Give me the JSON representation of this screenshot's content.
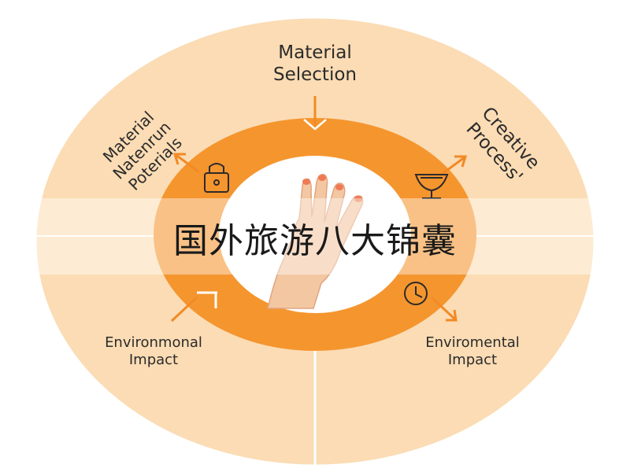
{
  "diagram": {
    "top_label": [
      "Material",
      "Selection"
    ],
    "left_top_label": [
      "Material",
      "Natenrun",
      "Poterials"
    ],
    "right_top_label": [
      "Creative",
      "Process'"
    ],
    "bottom_left_label": [
      "Environmonal",
      "Impact"
    ],
    "bottom_right_label": [
      "Enviromental",
      "Impact"
    ],
    "icons": [
      "lock-icon",
      "trophy-cup-icon",
      "clock-icon",
      "arrow-icon",
      "hand-icon"
    ],
    "colors": {
      "outer_ring": "#fbdcb4",
      "middle_ring": "#f5952e",
      "center": "#ffffff",
      "arrow": "#f28a25"
    }
  },
  "banner": {
    "title": "国外旅游八大锦囊"
  }
}
